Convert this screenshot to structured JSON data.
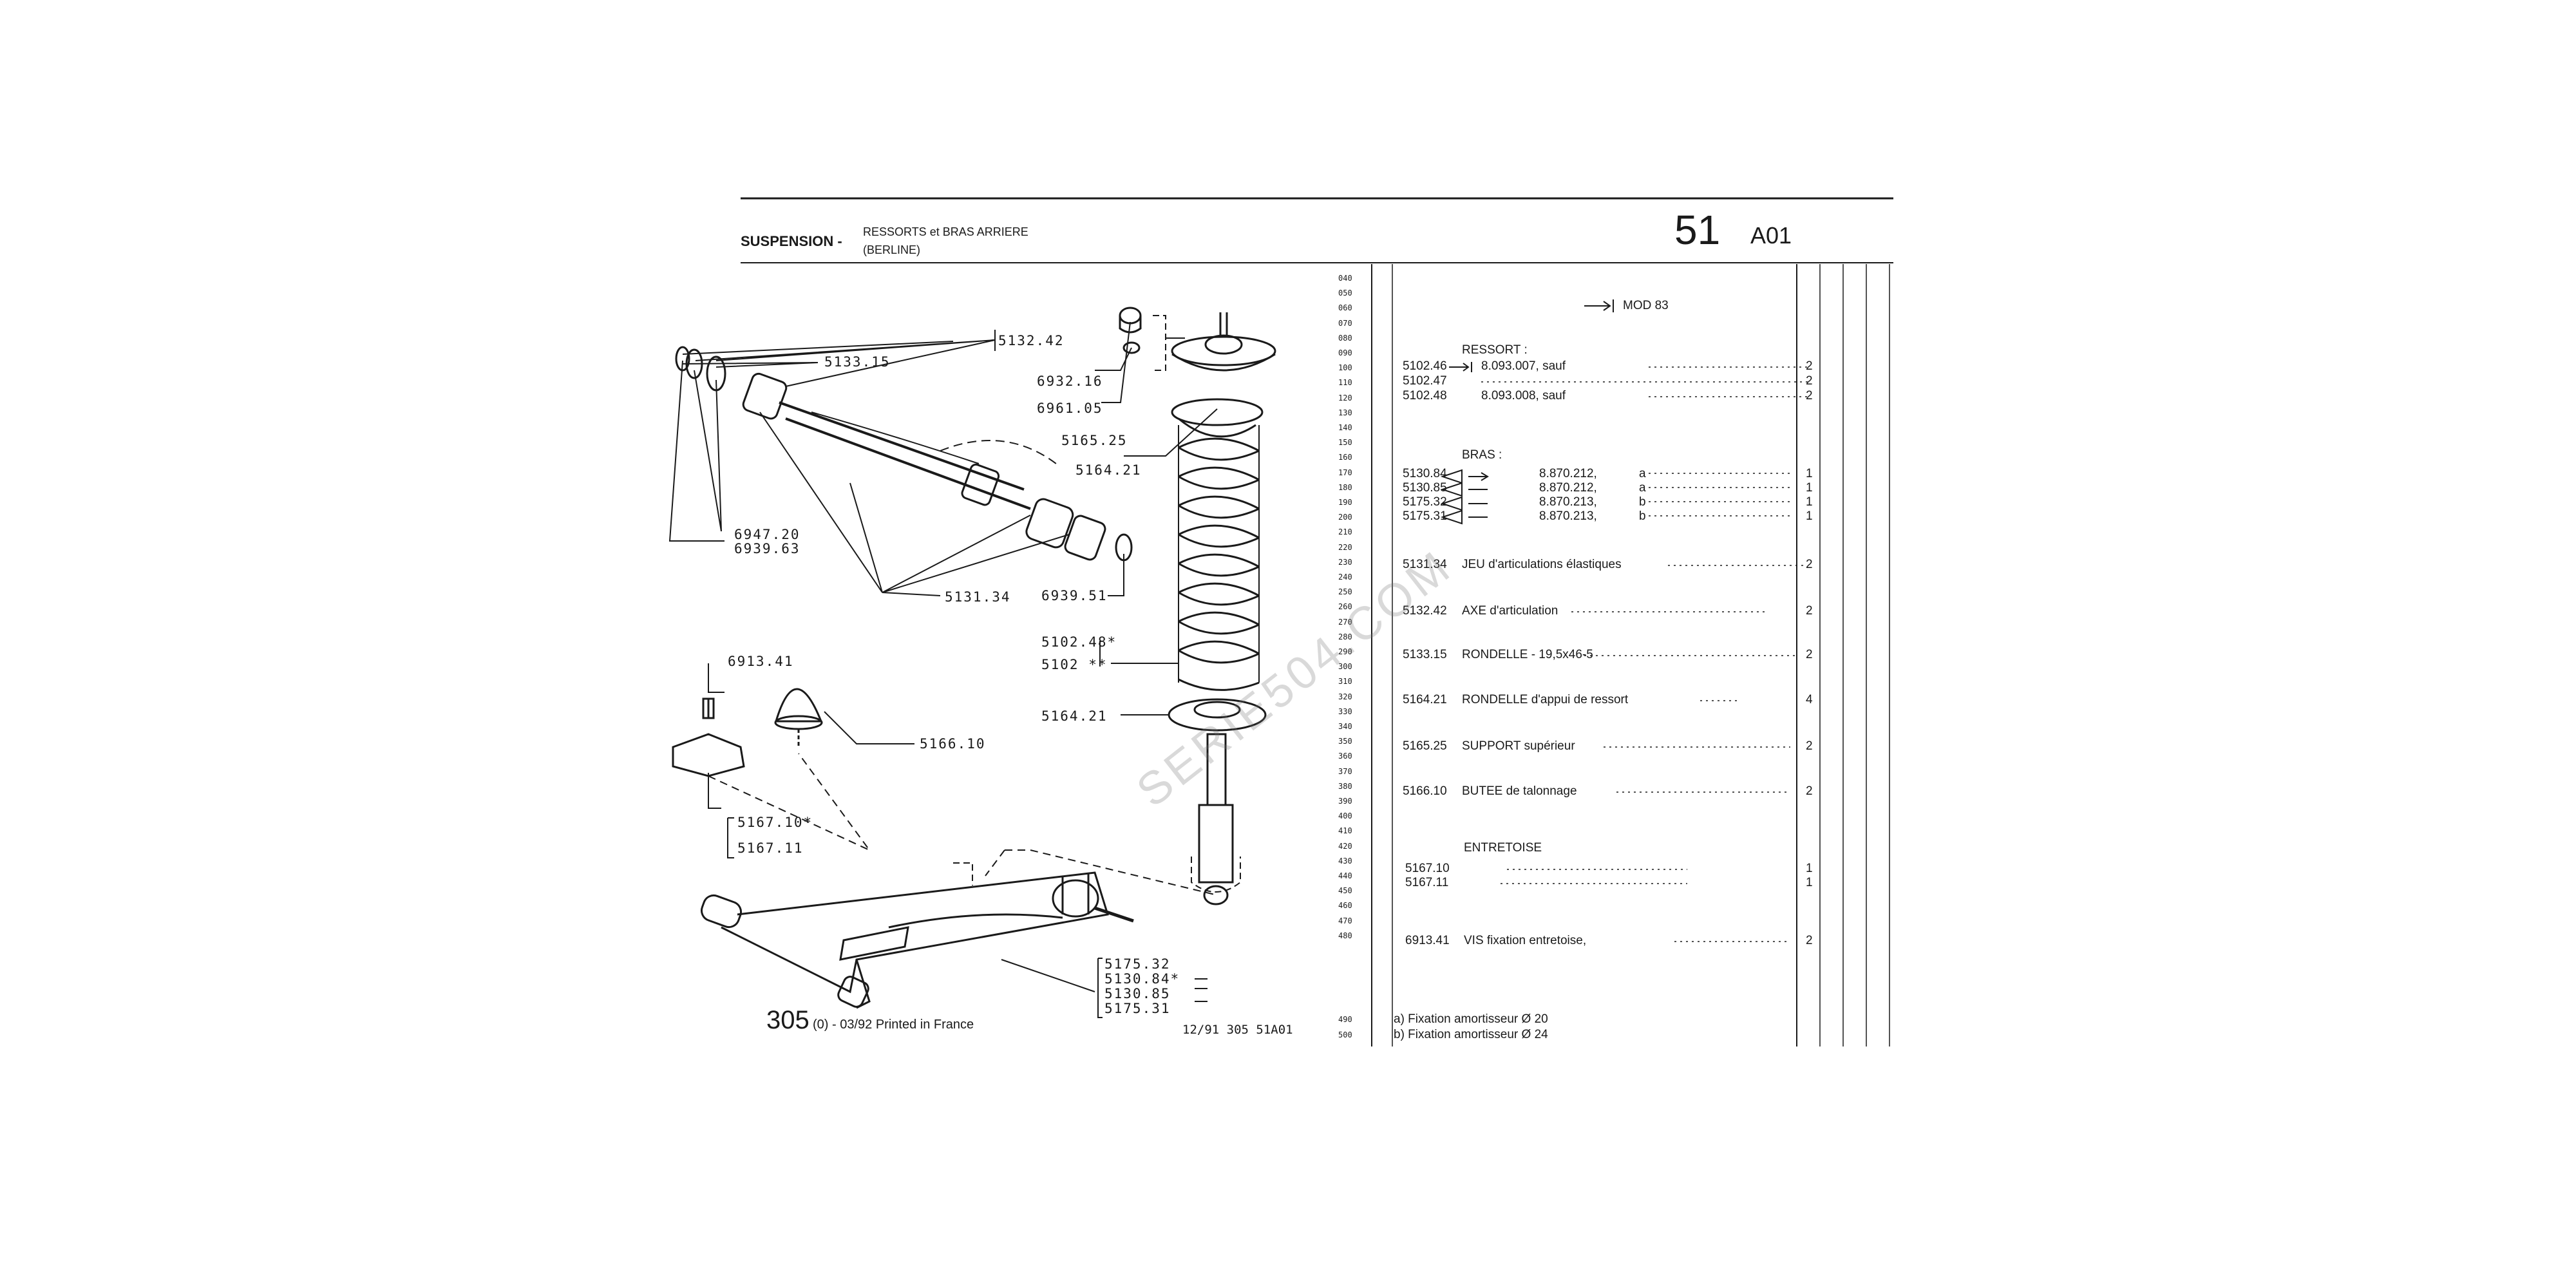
{
  "header": {
    "section": "SUSPENSION -",
    "subtitle_line1": "RESSORTS et BRAS ARRIERE",
    "subtitle_line2": "(BERLINE)",
    "page_number": "51",
    "page_code": "A01"
  },
  "callouts": {
    "c513242": "5132.42",
    "c513315": "5133.15",
    "c693216": "6932.16",
    "c696105": "6961.05",
    "c516525": "5165.25",
    "c516421a": "5164.21",
    "c694720": "6947.20",
    "c693963a": "6939.63",
    "c513134": "5131.34",
    "c693951": "6939.51",
    "c510248": "5102.48*",
    "c5102": "5102 **",
    "c691341": "6913.41",
    "c516421b": "5164.21",
    "c516610": "5166.10",
    "c516710": "5167.10*",
    "c516711": "5167.11",
    "c517532": "5175.32",
    "c513084": "5130.84*",
    "c513085": "5130.85",
    "c517531": "5175.31"
  },
  "scale_ticks": [
    "040",
    "050",
    "060",
    "070",
    "080",
    "090",
    "100",
    "110",
    "120",
    "130",
    "140",
    "150",
    "160",
    "170",
    "180",
    "190",
    "200",
    "210",
    "220",
    "230",
    "240",
    "250",
    "260",
    "270",
    "280",
    "290",
    "300",
    "310",
    "320",
    "330",
    "340",
    "350",
    "360",
    "370",
    "380",
    "390",
    "400",
    "410",
    "420",
    "430",
    "440",
    "450",
    "460",
    "470",
    "480"
  ],
  "scale_bottom": [
    "490",
    "500"
  ],
  "parts": {
    "mod_label": "MOD 83",
    "ressort_heading": "RESSORT :",
    "ressort_rows": [
      {
        "ref": "5102.46",
        "desc": "8.093.007, sauf",
        "qty": "2"
      },
      {
        "ref": "5102.47",
        "desc": "",
        "qty": "2"
      },
      {
        "ref": "5102.48",
        "desc": "8.093.008, sauf",
        "qty": "2"
      }
    ],
    "bras_heading": "BRAS :",
    "bras_rows": [
      {
        "ref": "5130.84",
        "desc": "8.870.212,",
        "suffix": "a",
        "qty": "1"
      },
      {
        "ref": "5130.85",
        "desc": "8.870.212,",
        "suffix": "a",
        "qty": "1"
      },
      {
        "ref": "5175.32",
        "desc": "8.870.213,",
        "suffix": "b",
        "qty": "1"
      },
      {
        "ref": "5175.31",
        "desc": "8.870.213,",
        "suffix": "b",
        "qty": "1"
      }
    ],
    "singles": [
      {
        "ref": "5131.34",
        "desc": "JEU d'articulations élastiques",
        "qty": "2"
      },
      {
        "ref": "5132.42",
        "desc": "AXE d'articulation",
        "qty": "2"
      },
      {
        "ref": "5133.15",
        "desc": "RONDELLE - 19,5x46-5",
        "qty": "2"
      },
      {
        "ref": "5164.21",
        "desc": "RONDELLE d'appui de ressort",
        "qty": "4"
      },
      {
        "ref": "5165.25",
        "desc": "SUPPORT supérieur",
        "qty": "2"
      },
      {
        "ref": "5166.10",
        "desc": "BUTEE de talonnage",
        "qty": "2"
      }
    ],
    "entretoise_heading": "ENTRETOISE",
    "entretoise_rows": [
      {
        "ref": "5167.10",
        "qty": "1"
      },
      {
        "ref": "5167.11",
        "qty": "1"
      }
    ],
    "vis_row": {
      "ref": "6913.41",
      "desc": "VIS fixation entretoise,",
      "qty": "2"
    }
  },
  "footnotes": {
    "a": "a) Fixation amortisseur  Ø  20",
    "b": "b) Fixation amortisseur  Ø  24"
  },
  "footer": {
    "model": "305",
    "printed": "(0) - 03/92 Printed in France",
    "code": "12/91  305  51A01"
  },
  "watermark": "SERIE504.COM",
  "colors": {
    "ink": "#1a1a1a",
    "paper": "#ffffff",
    "watermark": "#8a8a8a"
  }
}
